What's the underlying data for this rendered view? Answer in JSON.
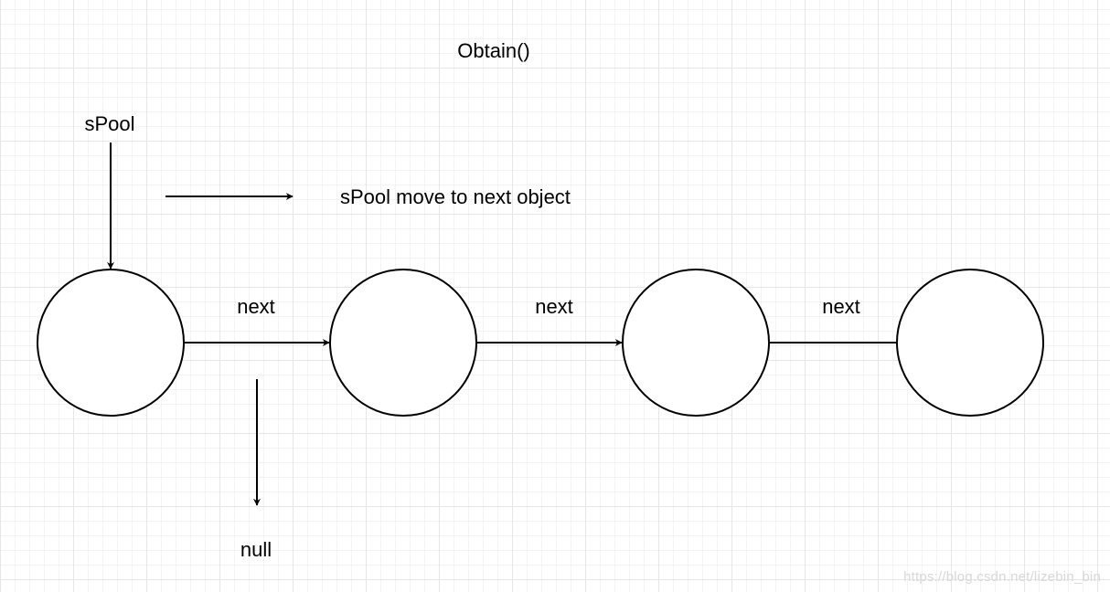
{
  "title": "Obtain()",
  "labels": {
    "head_pointer": "sPool",
    "move_note": "sPool move to next object",
    "next_1": "next",
    "next_2": "next",
    "next_3": "next",
    "null_label": "null"
  },
  "watermark": "https://blog.csdn.net/lizebin_bin",
  "colors": {
    "stroke": "#000000",
    "node_fill": "#ffffff",
    "grid_major": "#e6e6e6",
    "grid_minor": "#f3f3f3",
    "watermark": "#d8d8d8"
  }
}
